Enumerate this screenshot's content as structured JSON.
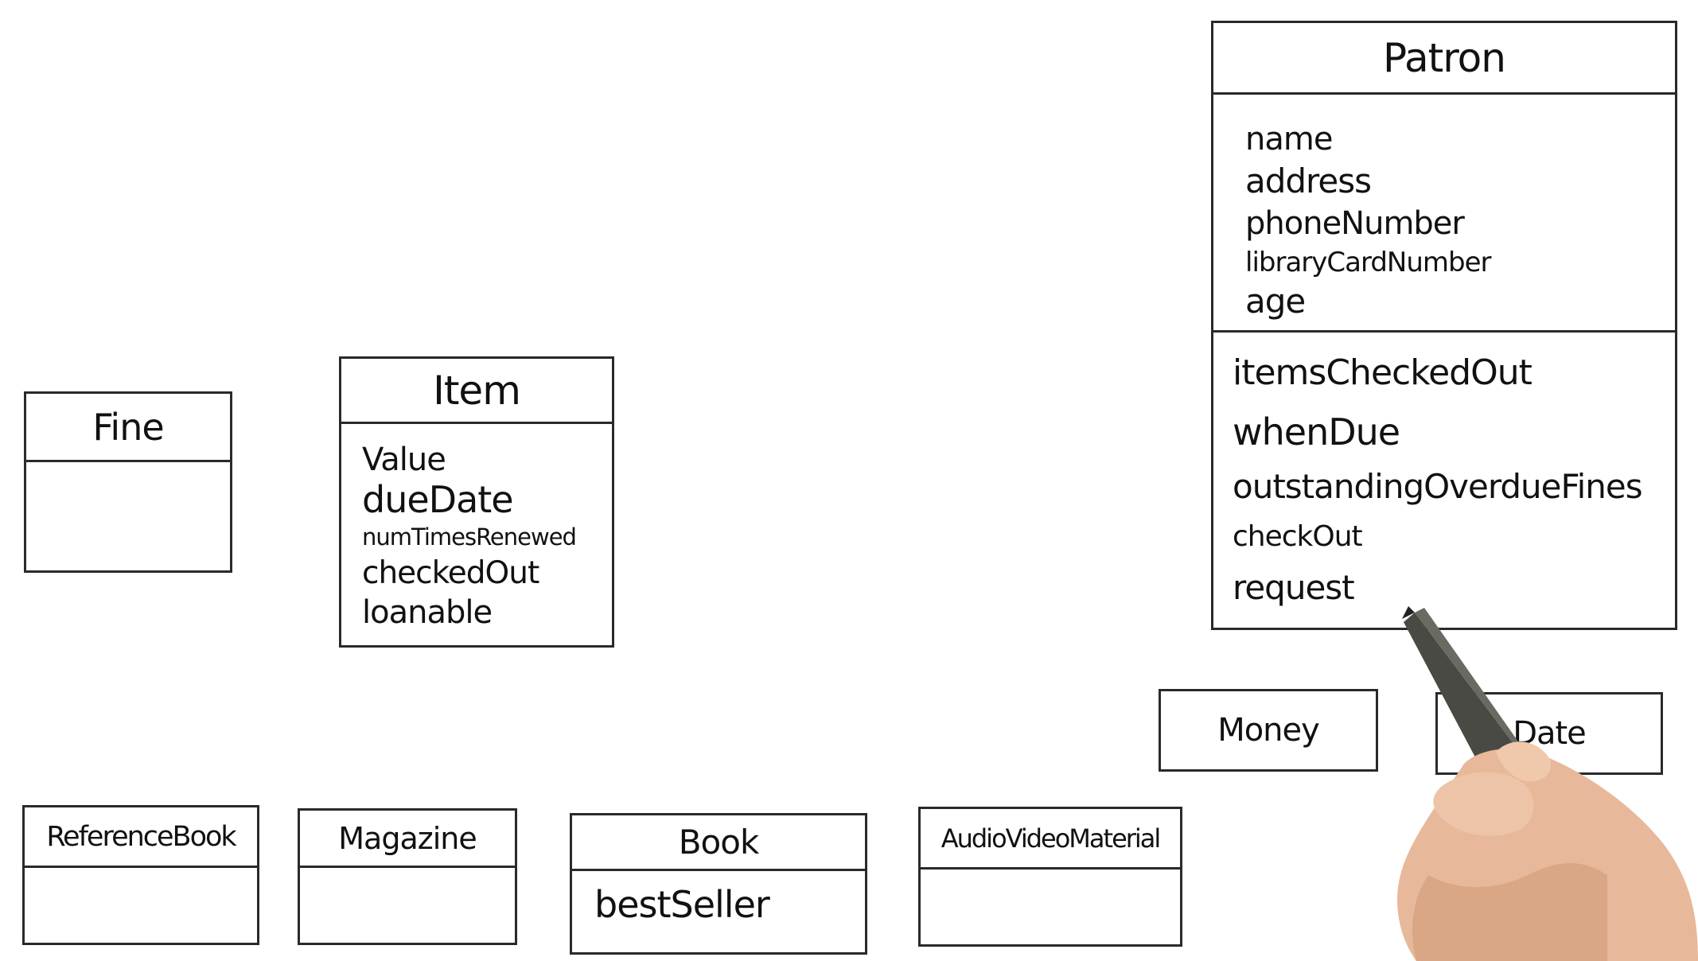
{
  "diagram": {
    "classes": {
      "fine": {
        "name": "Fine",
        "attributes": []
      },
      "item": {
        "name": "Item",
        "attributes": [
          "Value",
          "dueDate",
          "numTimesRenewed",
          "checkedOut",
          "loanable"
        ]
      },
      "patron": {
        "name": "Patron",
        "attributes": [
          "name",
          "address",
          "phoneNumber",
          "libraryCardNumber",
          "age"
        ],
        "operations": [
          "itemsCheckedOut",
          "whenDue",
          "outstandingOverdueFines",
          "checkOut",
          "request"
        ]
      },
      "money": {
        "name": "Money"
      },
      "date": {
        "name": "Date"
      },
      "reference_book": {
        "name": "ReferenceBook",
        "attributes": []
      },
      "magazine": {
        "name": "Magazine",
        "attributes": []
      },
      "book": {
        "name": "Book",
        "attributes": [
          "bestSeller"
        ]
      },
      "audio_video_material": {
        "name": "AudioVideoMaterial",
        "attributes": []
      }
    },
    "colors": {
      "background": "#ffffff",
      "ink": "#111111",
      "box_border": "#2a2a2a",
      "pen_body": "#4a4a44",
      "skin": "#e8b89a"
    },
    "icons": [
      "pen-icon",
      "hand-icon"
    ]
  }
}
